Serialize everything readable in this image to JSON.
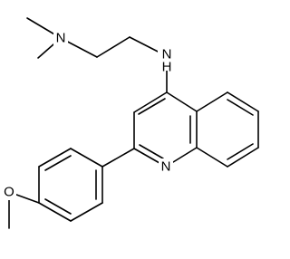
{
  "molecule": {
    "atom_labels": {
      "dimethylamine_nitrogen": "N",
      "amine_nitrogen": "N",
      "amine_hydrogen": "H",
      "ring_nitrogen": "N",
      "methoxy_oxygen": "O"
    }
  },
  "colors": {
    "bond": "#000000",
    "background": "#ffffff"
  }
}
